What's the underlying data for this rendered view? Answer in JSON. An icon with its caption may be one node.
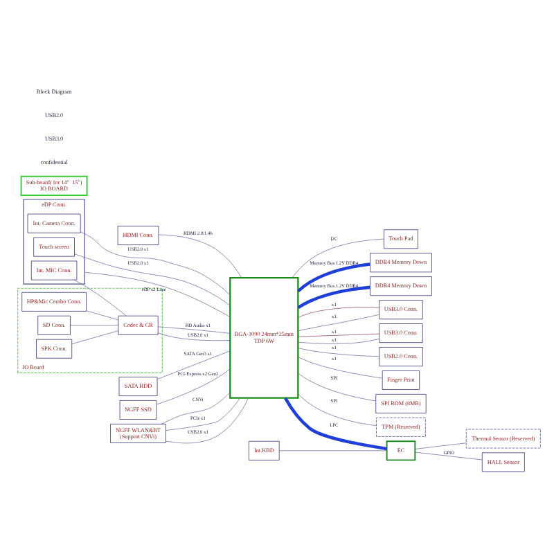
{
  "diagram": {
    "nodes": [
      {
        "text": [
          "HDMI Conn."
        ]
      },
      {
        "text": [
          "eDP Conn."
        ]
      },
      {
        "text": [
          "Int. Camera Conn."
        ],
        "in": 1
      },
      {
        "text": [
          "Int. MIC Conn."
        ],
        "in": 1
      },
      {
        "text": [
          "Touch screen"
        ],
        "in": 1
      },
      {
        "text": [
          "SATA HDD"
        ]
      },
      {
        "text": [
          "NGFF SSD"
        ]
      },
      {
        "text": [
          "NGFF WLAN&BT",
          "(Support CNVi)"
        ]
      },
      {
        "text": [
          "BGA-1090 24mm*25mm",
          "TDP 6W"
        ]
      },
      {
        "text": [
          "DDR4 Memory Down"
        ]
      },
      {
        "text": [
          "DDR4 Memory Down"
        ]
      },
      {
        "text": [
          "USB3.0 Conn."
        ]
      },
      {
        "text": [
          "USB3.0 Conn."
        ]
      },
      {
        "text": [
          "USB2.0 Conn."
        ]
      },
      {
        "text": [
          "Finger Print"
        ]
      },
      {
        "text": [
          "SPI ROM (8MB)"
        ]
      },
      {
        "text": [
          "TPM (Reserved)"
        ]
      },
      {
        "text": [
          "Touch Pad"
        ]
      },
      {
        "text": [
          "IO Board"
        ]
      },
      {
        "text": [
          "SPK Conn."
        ],
        "in": 18
      },
      {
        "text": [
          "HP&Mic Combo Conn."
        ],
        "in": 18
      },
      {
        "text": [
          "SD Conn."
        ],
        "in": 18
      },
      {
        "text": [
          "Codec & CR"
        ],
        "in": 18
      },
      {
        "text": [
          "EC"
        ]
      },
      {
        "text": [
          "Thermal Sensor (Reserved)"
        ]
      },
      {
        "text": [
          "HALL Sensor"
        ]
      },
      {
        "text": [
          "Int.KBD"
        ]
      },
      {
        "text": [
          "Sub-board( for 14\"  15\")",
          "IO BOARD"
        ]
      }
    ],
    "edges": [
      {
        "from": 0,
        "to": 8,
        "arrow": "none",
        "label": "HDMI 2.0/1.4b"
      },
      {
        "from": 1,
        "to": 8,
        "arrow": "none",
        "label": "eDP x2 Lane"
      },
      {
        "from": 2,
        "to": 8,
        "arrow": "none",
        "label": "USB2.0 x1"
      },
      {
        "from": 4,
        "to": 8,
        "arrow": "none",
        "label": "USB2.0 x1"
      },
      {
        "from": 5,
        "to": 8,
        "arrow": "none",
        "label": "SATA Gen3 x1"
      },
      {
        "from": 6,
        "to": 8,
        "arrow": "none",
        "label": "PCI-Express x2 Gen2"
      },
      {
        "from": 7,
        "to": 8,
        "arrow": "none",
        "label": "PCIe x1"
      },
      {
        "from": 7,
        "to": 8,
        "arrow": "none",
        "label": "USB2.0 x1"
      },
      {
        "from": 7,
        "to": 8,
        "arrow": "none",
        "label": "CNVi"
      },
      {
        "from": 8,
        "to": 9,
        "arrow": "none",
        "label": "Memory Bus 1.2V DDR4",
        "style": "thick",
        "color": "#1f3fd8"
      },
      {
        "from": 8,
        "to": 10,
        "arrow": "none",
        "label": "Memory Bus 1.2V DDR4",
        "style": "thick",
        "color": "#1f3fd8"
      },
      {
        "from": 8,
        "to": 11,
        "arrow": "none",
        "label": "x1",
        "color": "#8a4a4a"
      },
      {
        "from": 8,
        "to": 12,
        "arrow": "none",
        "label": "x1",
        "color": "#8a4a4a"
      },
      {
        "from": 8,
        "to": 11,
        "arrow": "none",
        "label": "x1"
      },
      {
        "from": 8,
        "to": 12,
        "arrow": "none",
        "label": "x1"
      },
      {
        "from": 8,
        "to": 13,
        "arrow": "none",
        "label": "x1"
      },
      {
        "from": 8,
        "to": 14,
        "arrow": "none",
        "label": "x1"
      },
      {
        "from": 8,
        "to": 15,
        "arrow": "none",
        "label": "SPI"
      },
      {
        "from": 8,
        "to": 16,
        "arrow": "none",
        "label": "SPI"
      },
      {
        "from": 8,
        "to": 17,
        "arrow": "none",
        "label": "I2C"
      },
      {
        "from": 22,
        "to": 8,
        "arrow": "none",
        "label": "HD Audio x1"
      },
      {
        "from": 22,
        "to": 8,
        "arrow": "none",
        "label": "USB2.0 x1"
      },
      {
        "from": 3,
        "to": 22,
        "arrow": "none"
      },
      {
        "from": 19,
        "to": 22,
        "arrow": "none"
      },
      {
        "from": 20,
        "to": 22,
        "arrow": "none"
      },
      {
        "from": 21,
        "to": 22,
        "arrow": "none"
      },
      {
        "from": 8,
        "to": 23,
        "arrow": "none",
        "label": "LPC",
        "style": "thick",
        "color": "#1f3fd8"
      },
      {
        "from": 23,
        "to": 25,
        "arrow": "none",
        "label": "GPIO"
      },
      {
        "from": 23,
        "to": 24,
        "arrow": "none"
      },
      {
        "from": 26,
        "to": 23,
        "arrow": "none"
      }
    ],
    "labels": [
      "confidential",
      "USB3.0",
      "USB2.0",
      "Block Diagram"
    ]
  }
}
